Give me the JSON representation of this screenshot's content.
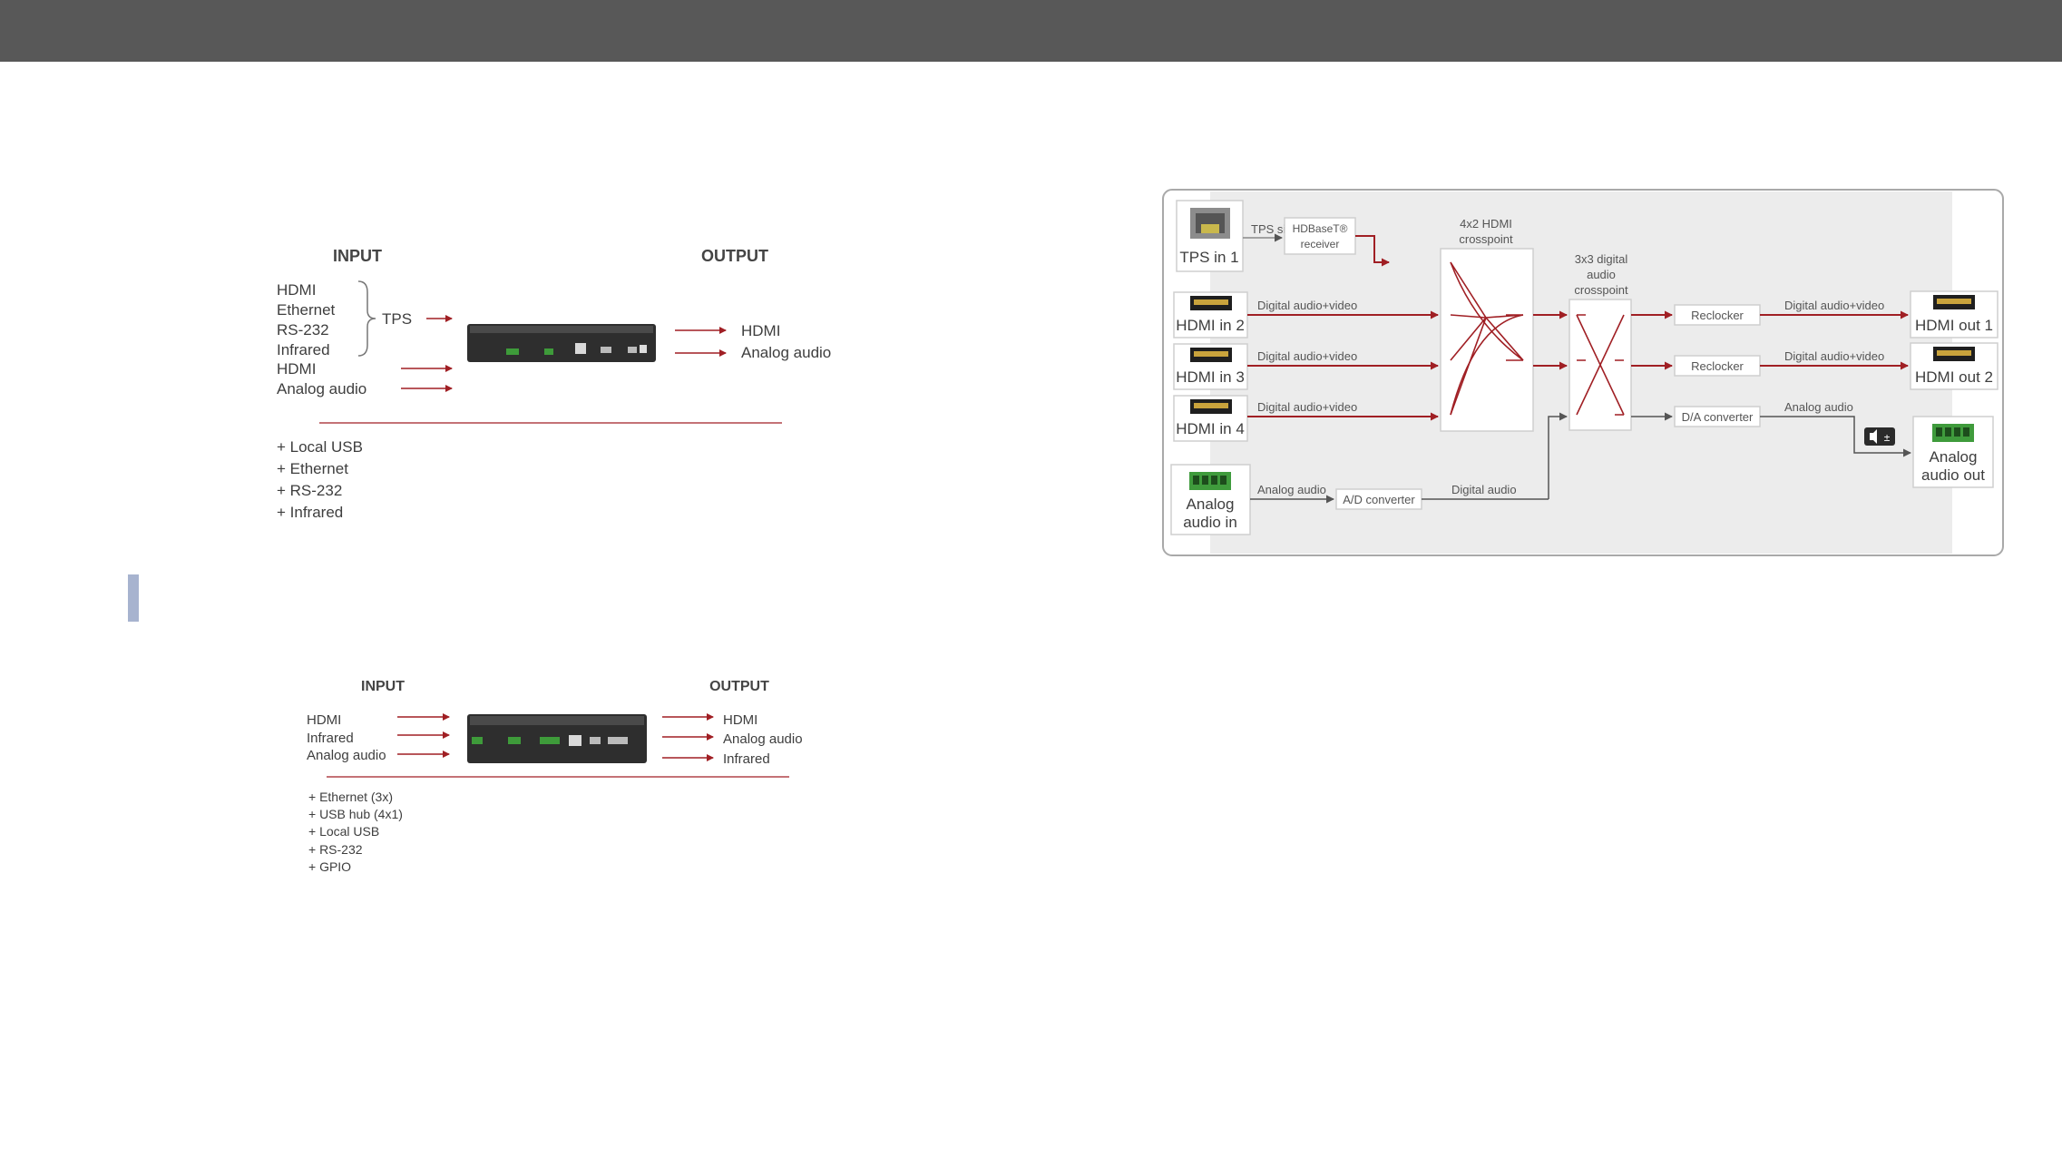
{
  "diagram1": {
    "input_header": "INPUT",
    "output_header": "OUTPUT",
    "inputs": [
      "HDMI",
      "Ethernet",
      "RS-232",
      "Infrared",
      "HDMI",
      "Analog audio"
    ],
    "tps_label": "TPS",
    "outputs": [
      "HDMI",
      "Analog audio"
    ],
    "extras": [
      "+ Local USB",
      "+ Ethernet",
      "+ RS-232",
      "+ Infrared"
    ]
  },
  "diagram2": {
    "input_header": "INPUT",
    "output_header": "OUTPUT",
    "inputs": [
      "HDMI",
      "Infrared",
      "Analog audio"
    ],
    "outputs": [
      "HDMI",
      "Analog audio",
      "Infrared"
    ],
    "extras": [
      "+ Ethernet (3x)",
      "+ USB hub (4x1)",
      "+ Local USB",
      "+ RS-232",
      "+ GPIO"
    ]
  },
  "block": {
    "tps_in": "TPS in 1",
    "tps_signal": "TPS signal",
    "hdbaset": [
      "HDBaseT®",
      "receiver"
    ],
    "hdmi_crosspoint": [
      "4x2 HDMI",
      "crosspoint"
    ],
    "audio_crosspoint": [
      "3x3 digital",
      "audio",
      "crosspoint"
    ],
    "hdmi_in": [
      "HDMI in 2",
      "HDMI in 3",
      "HDMI in 4"
    ],
    "digital_av": "Digital audio+video",
    "reclocker": "Reclocker",
    "hdmi_out": [
      "HDMI out 1",
      "HDMI out 2"
    ],
    "da_converter": "D/A converter",
    "analog_audio": "Analog audio",
    "analog_out": [
      "Analog",
      "audio out"
    ],
    "analog_in": [
      "Analog",
      "audio in"
    ],
    "ad_converter": "A/D converter",
    "digital_audio": "Digital audio"
  },
  "colors": {
    "signal": "#a01f24",
    "gray_line": "#666666",
    "topbar": "#585858",
    "accent": "#a7b3cf"
  }
}
